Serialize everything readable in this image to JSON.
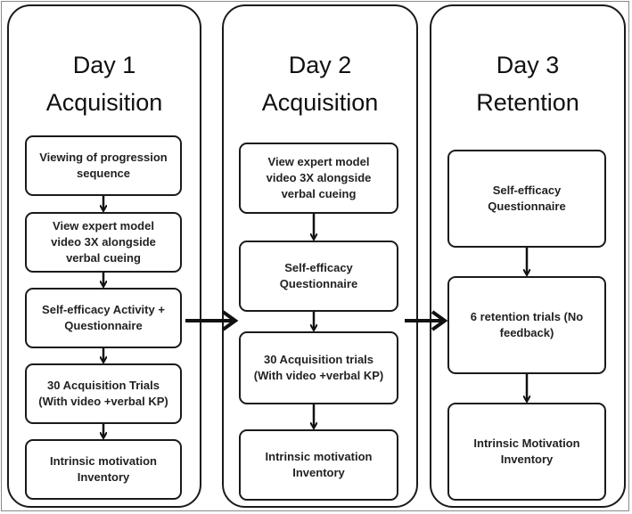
{
  "days": [
    {
      "day": "Day 1",
      "phase": "Acquisition",
      "steps": [
        "Viewing of progression\nsequence",
        "View expert model\nvideo 3X alongside\nverbal cueing",
        "Self-efficacy Activity +\nQuestionnaire",
        "30 Acquisition Trials\n(With video +verbal KP)",
        "Intrinsic motivation\nInventory"
      ]
    },
    {
      "day": "Day 2",
      "phase": "Acquisition",
      "steps": [
        "View expert model\nvideo 3X alongside\nverbal cueing",
        "Self-efficacy\nQuestionnaire",
        "30 Acquisition trials\n(With video +verbal KP)",
        "Intrinsic motivation\nInventory"
      ]
    },
    {
      "day": "Day 3",
      "phase": "Retention",
      "steps": [
        "Self-efficacy\nQuestionnaire",
        "6 retention trials (No\nfeedback)",
        "Intrinsic Motivation\nInventory"
      ]
    }
  ]
}
